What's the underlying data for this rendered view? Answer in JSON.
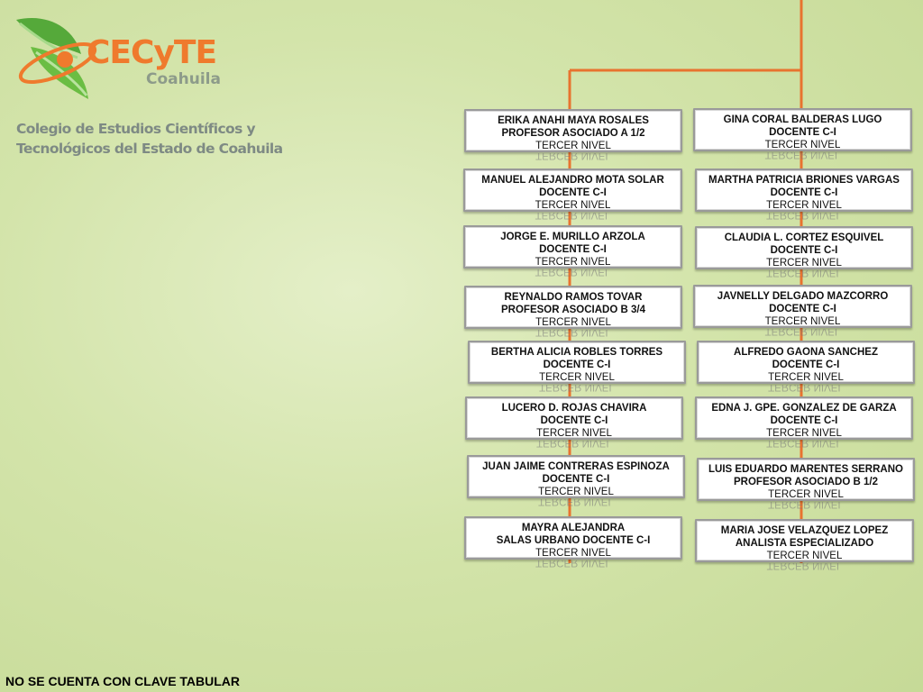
{
  "header": {
    "brand": "CECyTE",
    "region": "Coahuila",
    "institution_lines": [
      "Colegio de Estudios Científicos y",
      "Tecnológicos del Estado de Coahuila"
    ]
  },
  "colors": {
    "orange": "#ef7a2d",
    "green": "#5fb03a",
    "connector": "#e8732f"
  },
  "icons": {
    "logo": "green-leaf-logo-icon"
  },
  "columns": [
    [
      {
        "name": "ERIKA ANAHI MAYA ROSALES",
        "position": "PROFESOR ASOCIADO A 1/2",
        "level": "TERCER NIVEL"
      },
      {
        "name": "MANUEL ALEJANDRO MOTA SOLAR",
        "position": "DOCENTE C-I",
        "level": "TERCER NIVEL"
      },
      {
        "name": "JORGE E. MURILLO ARZOLA",
        "position": "DOCENTE C-I",
        "level": "TERCER NIVEL"
      },
      {
        "name": "REYNALDO RAMOS TOVAR",
        "position": "PROFESOR ASOCIADO B 3/4",
        "level": "TERCER NIVEL"
      },
      {
        "name": "BERTHA ALICIA ROBLES TORRES",
        "position": "DOCENTE C-I",
        "level": "TERCER NIVEL"
      },
      {
        "name": "LUCERO D. ROJAS CHAVIRA",
        "position": "DOCENTE C-I",
        "level": "TERCER NIVEL"
      },
      {
        "name": "JUAN JAIME CONTRERAS ESPINOZA",
        "position": "DOCENTE C-I",
        "level": "TERCER NIVEL"
      },
      {
        "name": "MAYRA ALEJANDRA",
        "position": "SALAS URBANO DOCENTE C-I",
        "level": "TERCER NIVEL"
      }
    ],
    [
      {
        "name": "GINA CORAL BALDERAS LUGO",
        "position": "DOCENTE C-I",
        "level": "TERCER NIVEL"
      },
      {
        "name": "MARTHA PATRICIA BRIONES VARGAS",
        "position": "DOCENTE C-I",
        "level": "TERCER NIVEL"
      },
      {
        "name": "CLAUDIA L. CORTEZ ESQUIVEL",
        "position": "DOCENTE C-I",
        "level": "TERCER NIVEL"
      },
      {
        "name": "JAVNELLY DELGADO MAZCORRO",
        "position": "DOCENTE C-I",
        "level": "TERCER NIVEL"
      },
      {
        "name": "ALFREDO GAONA SANCHEZ",
        "position": "DOCENTE C-I",
        "level": "TERCER NIVEL"
      },
      {
        "name": "EDNA J. GPE. GONZALEZ DE GARZA",
        "position": "DOCENTE C-I",
        "level": "TERCER NIVEL"
      },
      {
        "name": "LUIS EDUARDO MARENTES SERRANO",
        "position": "PROFESOR ASOCIADO B 1/2",
        "level": "TERCER NIVEL"
      },
      {
        "name": "MARIA JOSE VELAZQUEZ LOPEZ",
        "position": "ANALISTA ESPECIALIZADO",
        "level": "TERCER NIVEL"
      }
    ]
  ],
  "footer_note": "NO SE CUENTA CON CLAVE TABULAR"
}
